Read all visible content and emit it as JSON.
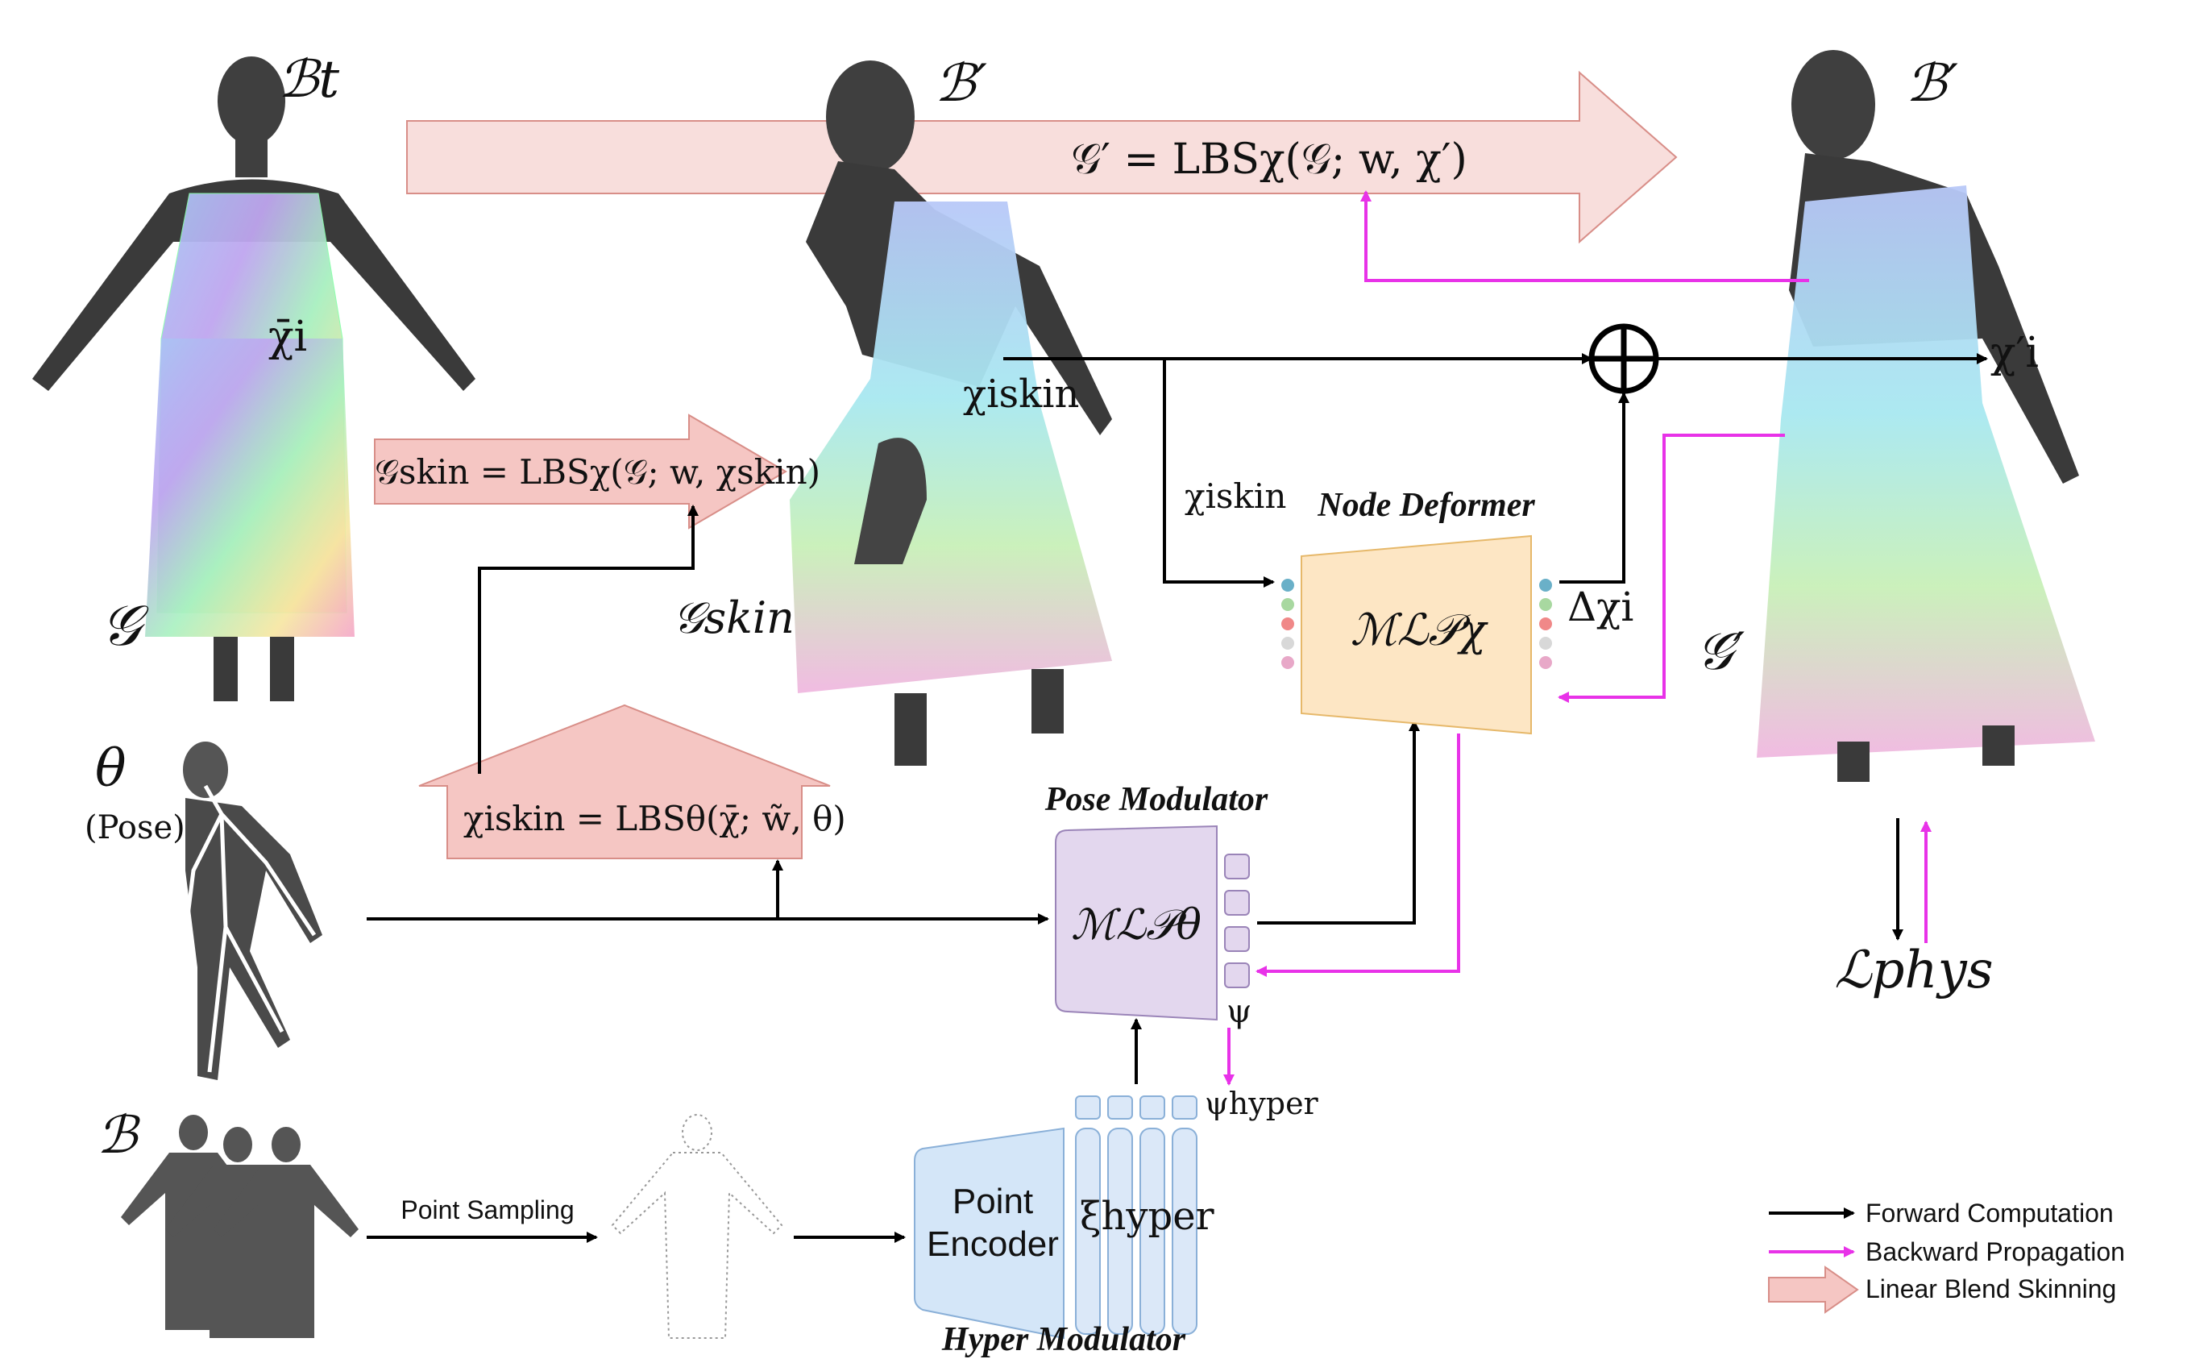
{
  "labels": {
    "bt": "ℬt",
    "b_prime_mid": "ℬ′",
    "b_prime_right": "ℬ′",
    "g": "𝒢",
    "g_skin": "𝒢skin",
    "g_prime": "𝒢′",
    "chi_bar": "χ̄i",
    "chi_skin_top": "χiskin",
    "chi_skin_side": "χiskin",
    "chi_prime": "χ′i",
    "delta_chi": "Δχi",
    "theta": "θ",
    "pose": "(Pose)",
    "b_shape": "ℬ",
    "psi": "ψ",
    "psi_hyper": "ψhyper",
    "xi_hyper": "ξhyper",
    "l_phys": "ℒphys"
  },
  "equations": {
    "top": "𝒢′ = LBSχ(𝒢; w, χ′)",
    "gskin": "𝒢skin = LBSχ(𝒢; w, χskin)",
    "chiskin": "χiskin = LBSθ(χ̄; w̃, θ)"
  },
  "modules": {
    "node_deformer_title": "Node Deformer",
    "node_deformer_body": "ℳℒ𝒫χ",
    "pose_modulator_title": "Pose Modulator",
    "pose_modulator_body": "ℳℒ𝒫θ",
    "point_encoder_line1": "Point",
    "point_encoder_line2": "Encoder",
    "hyper_modulator_title": "Hyper Modulator"
  },
  "misc": {
    "point_sampling": "Point Sampling"
  },
  "legend": {
    "forward": "Forward Computation",
    "backward": "Backward Propagation",
    "lbs": "Linear Blend Skinning"
  },
  "colors": {
    "forward": "#000000",
    "backward": "#e832e8",
    "lbs_fill": "#f5c6c3",
    "lbs_stroke": "#d88e88",
    "node_deformer": "#fde6c4",
    "pose_modulator": "#e3d7ee",
    "encoder": "#d4e6f8"
  }
}
